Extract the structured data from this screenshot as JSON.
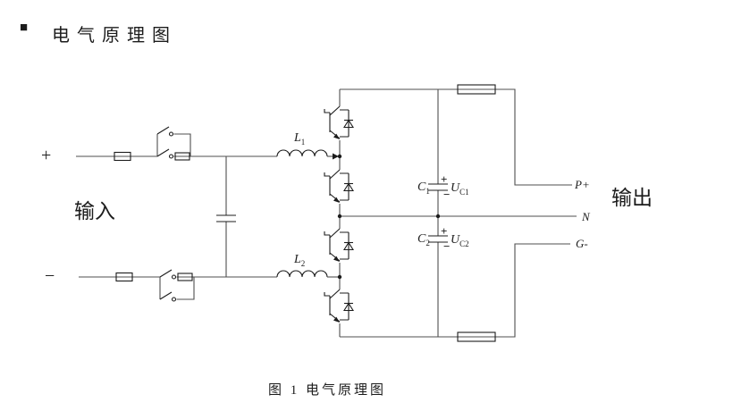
{
  "header": {
    "bullet": "■",
    "title": "电气原理图"
  },
  "caption": "图 1  电气原理图",
  "io": {
    "input": "输入",
    "output": "输出",
    "input_plus": "+",
    "input_minus": "−"
  },
  "terminals": {
    "p_plus": "P+",
    "neutral": "N",
    "g_minus": "G-"
  },
  "components": {
    "l1": {
      "base": "L",
      "sub": "1"
    },
    "l2": {
      "base": "L",
      "sub": "2"
    },
    "c1": {
      "base": "C",
      "sub": "1"
    },
    "c2": {
      "base": "C",
      "sub": "2"
    },
    "uc1": {
      "base": "U",
      "sub": "C1"
    },
    "uc2": {
      "base": "U",
      "sub": "C2"
    },
    "c1_plus": "+",
    "c1_minus": "−",
    "c2_plus": "+",
    "c2_minus": "−"
  },
  "colors": {
    "ink": "#1c1c1c",
    "wire": "#4f4f4f",
    "background": "#ffffff"
  }
}
